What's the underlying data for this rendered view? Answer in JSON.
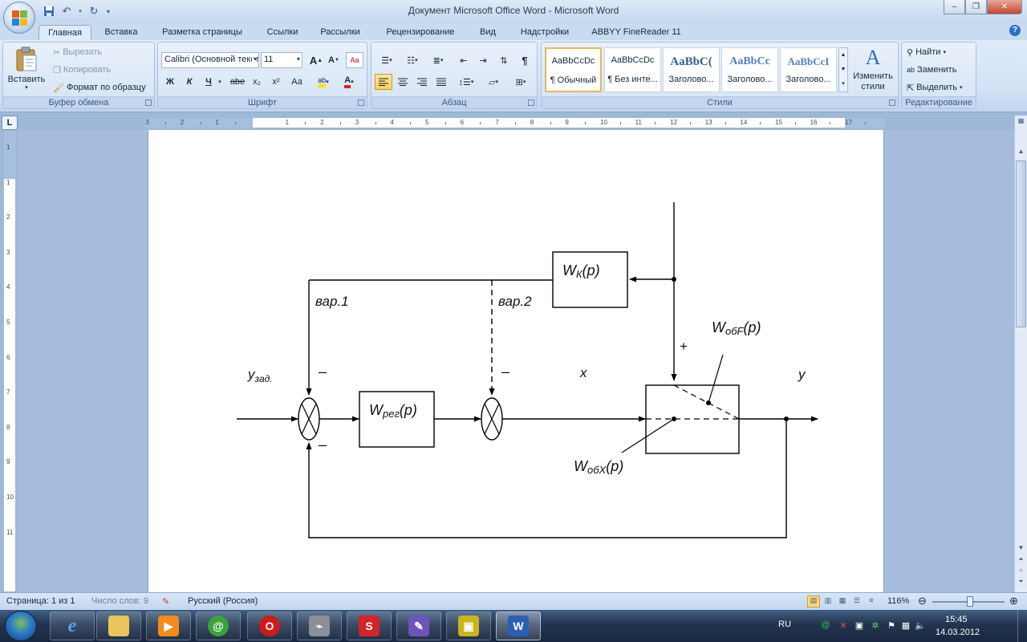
{
  "window": {
    "title": "Документ Microsoft Office Word - Microsoft Word",
    "controls": [
      "–",
      "❐",
      "✕"
    ]
  },
  "tabs": [
    "Главная",
    "Вставка",
    "Разметка страницы",
    "Ссылки",
    "Рассылки",
    "Рецензирование",
    "Вид",
    "Надстройки",
    "ABBYY FineReader 11"
  ],
  "ribbon": {
    "clipboard": {
      "label": "Буфер обмена",
      "paste": "Вставить",
      "cut": "Вырезать",
      "copy": "Копировать",
      "format_painter": "Формат по образцу"
    },
    "font": {
      "label": "Шрифт",
      "font_name": "Calibri (Основной текст)",
      "font_size": "11",
      "grow": "A",
      "shrink": "A",
      "bold": "Ж",
      "italic": "К",
      "underline": "Ч",
      "strike": "abe",
      "subscript": "x₂",
      "superscript": "x²",
      "case": "Aa",
      "highlight": "ab",
      "color": "A"
    },
    "paragraph": {
      "label": "Абзац",
      "pilcrow": "¶"
    },
    "styles": {
      "label": "Стили",
      "tiles": [
        {
          "sample": "AaBbCcDc",
          "name": "¶ Обычный"
        },
        {
          "sample": "AaBbCcDc",
          "name": "¶ Без инте..."
        },
        {
          "sample": "AaBbC(",
          "name": "Заголово..."
        },
        {
          "sample": "AaBbCc",
          "name": "Заголово..."
        },
        {
          "sample": "AaBbCcI",
          "name": "Заголово..."
        }
      ],
      "change_styles": "Изменить стили"
    },
    "editing": {
      "label": "Редактирование",
      "find": "Найти",
      "replace": "Заменить",
      "select": "Выделить"
    }
  },
  "ruler": {
    "corner": "L",
    "h_labels": [
      "3",
      "2",
      "1",
      "1",
      "2",
      "3",
      "4",
      "5",
      "6",
      "7",
      "8",
      "9",
      "10",
      "11",
      "12",
      "13",
      "14",
      "15",
      "16",
      "17"
    ],
    "v_labels": [
      "1",
      "1",
      "2",
      "3",
      "4",
      "5",
      "6",
      "7",
      "8",
      "9",
      "10",
      "11"
    ]
  },
  "diagram": {
    "labels": {
      "var1": "вар.1",
      "var2": "вар.2",
      "y_ref_main": "y",
      "y_ref_sub": "зад.",
      "minus": "–",
      "plus": "+",
      "x": "x",
      "y": "y",
      "wk_main": "W",
      "wk_sub": "К",
      "wreg_main": "W",
      "wreg_sub": "рег",
      "wobf_main": "W",
      "wobf_sub": "обF",
      "wobx_main": "W",
      "wobx_sub": "обX",
      "p_suffix": "(p)"
    }
  },
  "status": {
    "page": "Страница: 1 из 1",
    "words": "Число слов: 9",
    "language": "Русский (Россия)",
    "zoom": "116%"
  },
  "taskbar": {
    "lang": "RU",
    "time": "15:45",
    "date": "14.03.2012"
  },
  "colors": {
    "ribbon_bg": "#d2e1f4",
    "doc_bg": "#a5bcdc",
    "accent": "#2b579a",
    "taskbar": "#22344f"
  }
}
